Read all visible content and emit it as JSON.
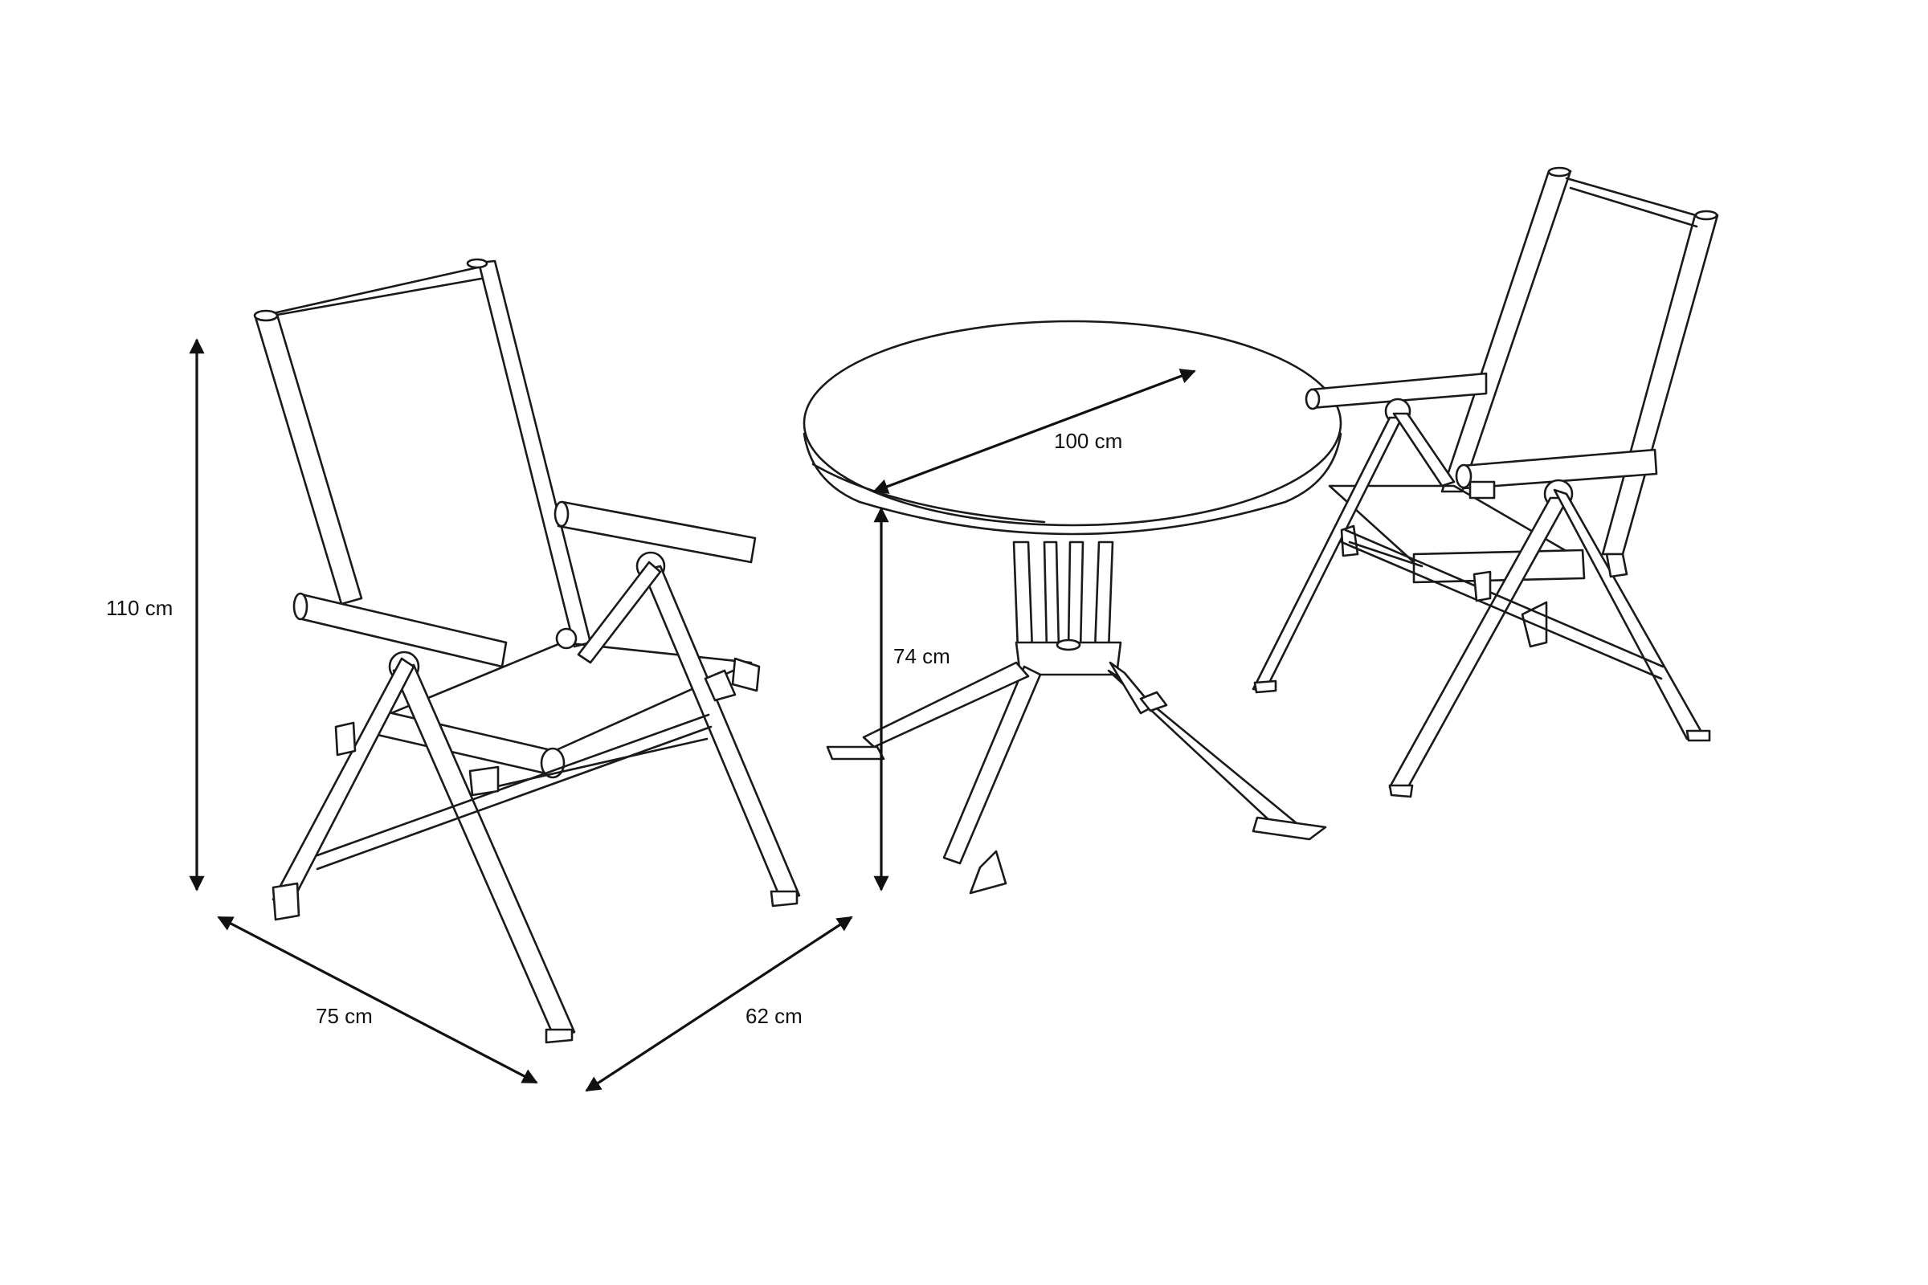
{
  "dimensions": {
    "chair_height": "110 cm",
    "chair_width": "75 cm",
    "chair_depth": "62 cm",
    "table_diameter": "100 cm",
    "table_height": "74 cm"
  }
}
